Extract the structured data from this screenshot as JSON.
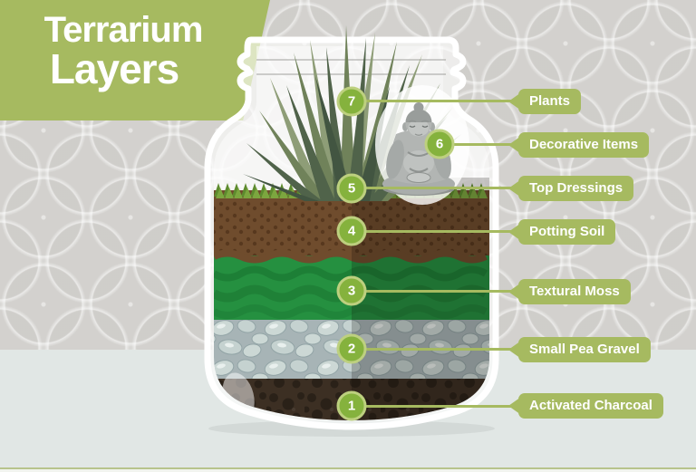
{
  "title": {
    "line1": "Terrarium",
    "line2": "Layers"
  },
  "layers": [
    {
      "number": "7",
      "label": "Plants"
    },
    {
      "number": "6",
      "label": "Decorative Items"
    },
    {
      "number": "5",
      "label": "Top Dressings"
    },
    {
      "number": "4",
      "label": "Potting Soil"
    },
    {
      "number": "3",
      "label": "Textural Moss"
    },
    {
      "number": "2",
      "label": "Small Pea Gravel"
    },
    {
      "number": "1",
      "label": "Activated Charcoal"
    }
  ],
  "illustration": {
    "container": "glass-jar",
    "plant": "agave-spiky-plant",
    "decorative_item": "buddha-statue"
  },
  "colors": {
    "banner_green": "#a6ba60",
    "label_green": "#a6ba60",
    "marker_green": "#85b23d",
    "marker_ring": "#bdd07f",
    "background_top": "#d8d7d4",
    "background_bottom": "#e1e7e5",
    "soil_brown": "#6f4c2d",
    "moss_green": "#259040",
    "gravel_gray": "#a7b4b6",
    "charcoal_dark": "#3c2f23",
    "grass_green": "#7ca63f",
    "statue_gray": "#b2b5b3",
    "text_white": "#ffffff"
  }
}
